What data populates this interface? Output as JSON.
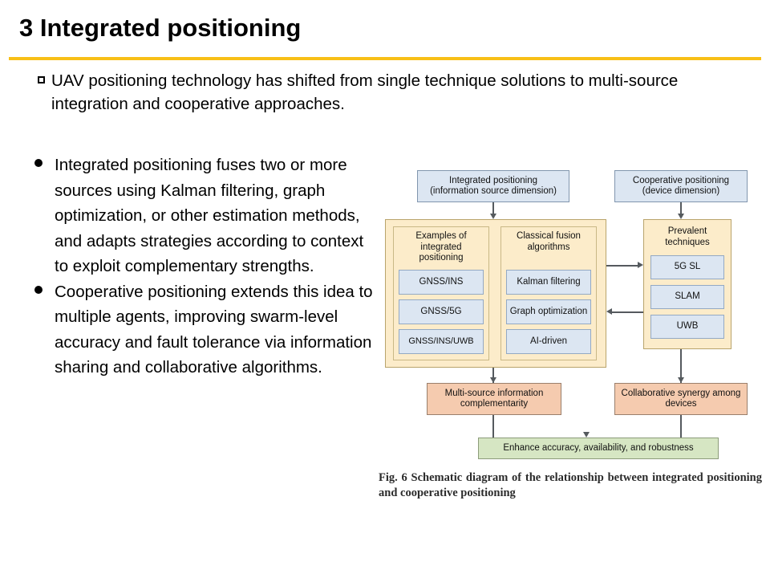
{
  "slide": {
    "title": "3 Integrated positioning",
    "rule_color": "#f8bf17"
  },
  "lead": {
    "marker": "square-bullet",
    "text": "UAV positioning technology has shifted from single technique solutions to multi-source integration and cooperative approaches."
  },
  "bullets": [
    {
      "marker": "round-bullet",
      "text": "Integrated positioning fuses two or more sources using Kalman filtering, graph optimization, or other estimation methods, and adapts strategies according to context to exploit complementary strengths."
    },
    {
      "marker": "round-bullet",
      "text": "Cooperative positioning extends this idea to multiple agents, improving swarm-level accuracy and fault tolerance via information sharing and collaborative algorithms."
    }
  ],
  "figure": {
    "caption": "Fig. 6  Schematic diagram of the relationship between integrated positioning and cooperative positioning",
    "colors": {
      "blue_head": "#dce6f2",
      "yellow_container": "#fcecca",
      "blue_chip": "#dce6f2",
      "salmon": "#f5cbaf",
      "green": "#d6e6c3"
    },
    "heads": [
      {
        "line1": "Integrated positioning",
        "line2": "(information source dimension)"
      },
      {
        "line1": "Cooperative positioning",
        "line2": "(device dimension)"
      }
    ],
    "groups": [
      {
        "title": "Examples of integrated positioning",
        "items": [
          "GNSS/INS",
          "GNSS/5G",
          "GNSS/INS/UWB"
        ]
      },
      {
        "title": "Classical fusion algorithms",
        "items": [
          "Kalman filtering",
          "Graph optimization",
          "AI-driven"
        ]
      },
      {
        "title": "Prevalent techniques",
        "items": [
          "5G SL",
          "SLAM",
          "UWB"
        ]
      }
    ],
    "outcomes": [
      "Multi-source information complementarity",
      "Collaborative synergy among devices"
    ],
    "final": "Enhance accuracy, availability, and robustness"
  }
}
